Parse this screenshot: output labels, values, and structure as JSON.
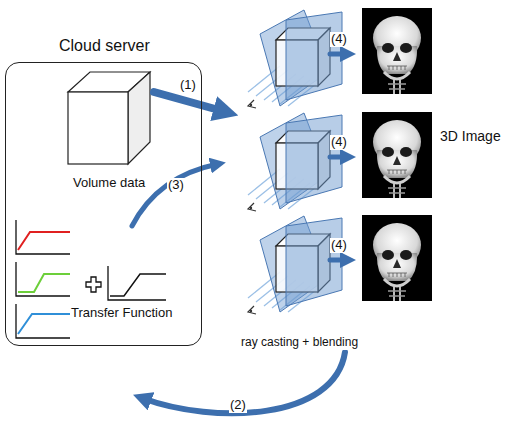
{
  "diagram": {
    "nodes": [
      {
        "text": [
          "Cloud server"
        ]
      }
    ],
    "labels": [
      "Volume data",
      "Transfer Function",
      "(1)",
      "(2)",
      "(3)",
      "(4)",
      "(4)",
      "(4)",
      "3D Image",
      "ray casting + blending"
    ]
  }
}
